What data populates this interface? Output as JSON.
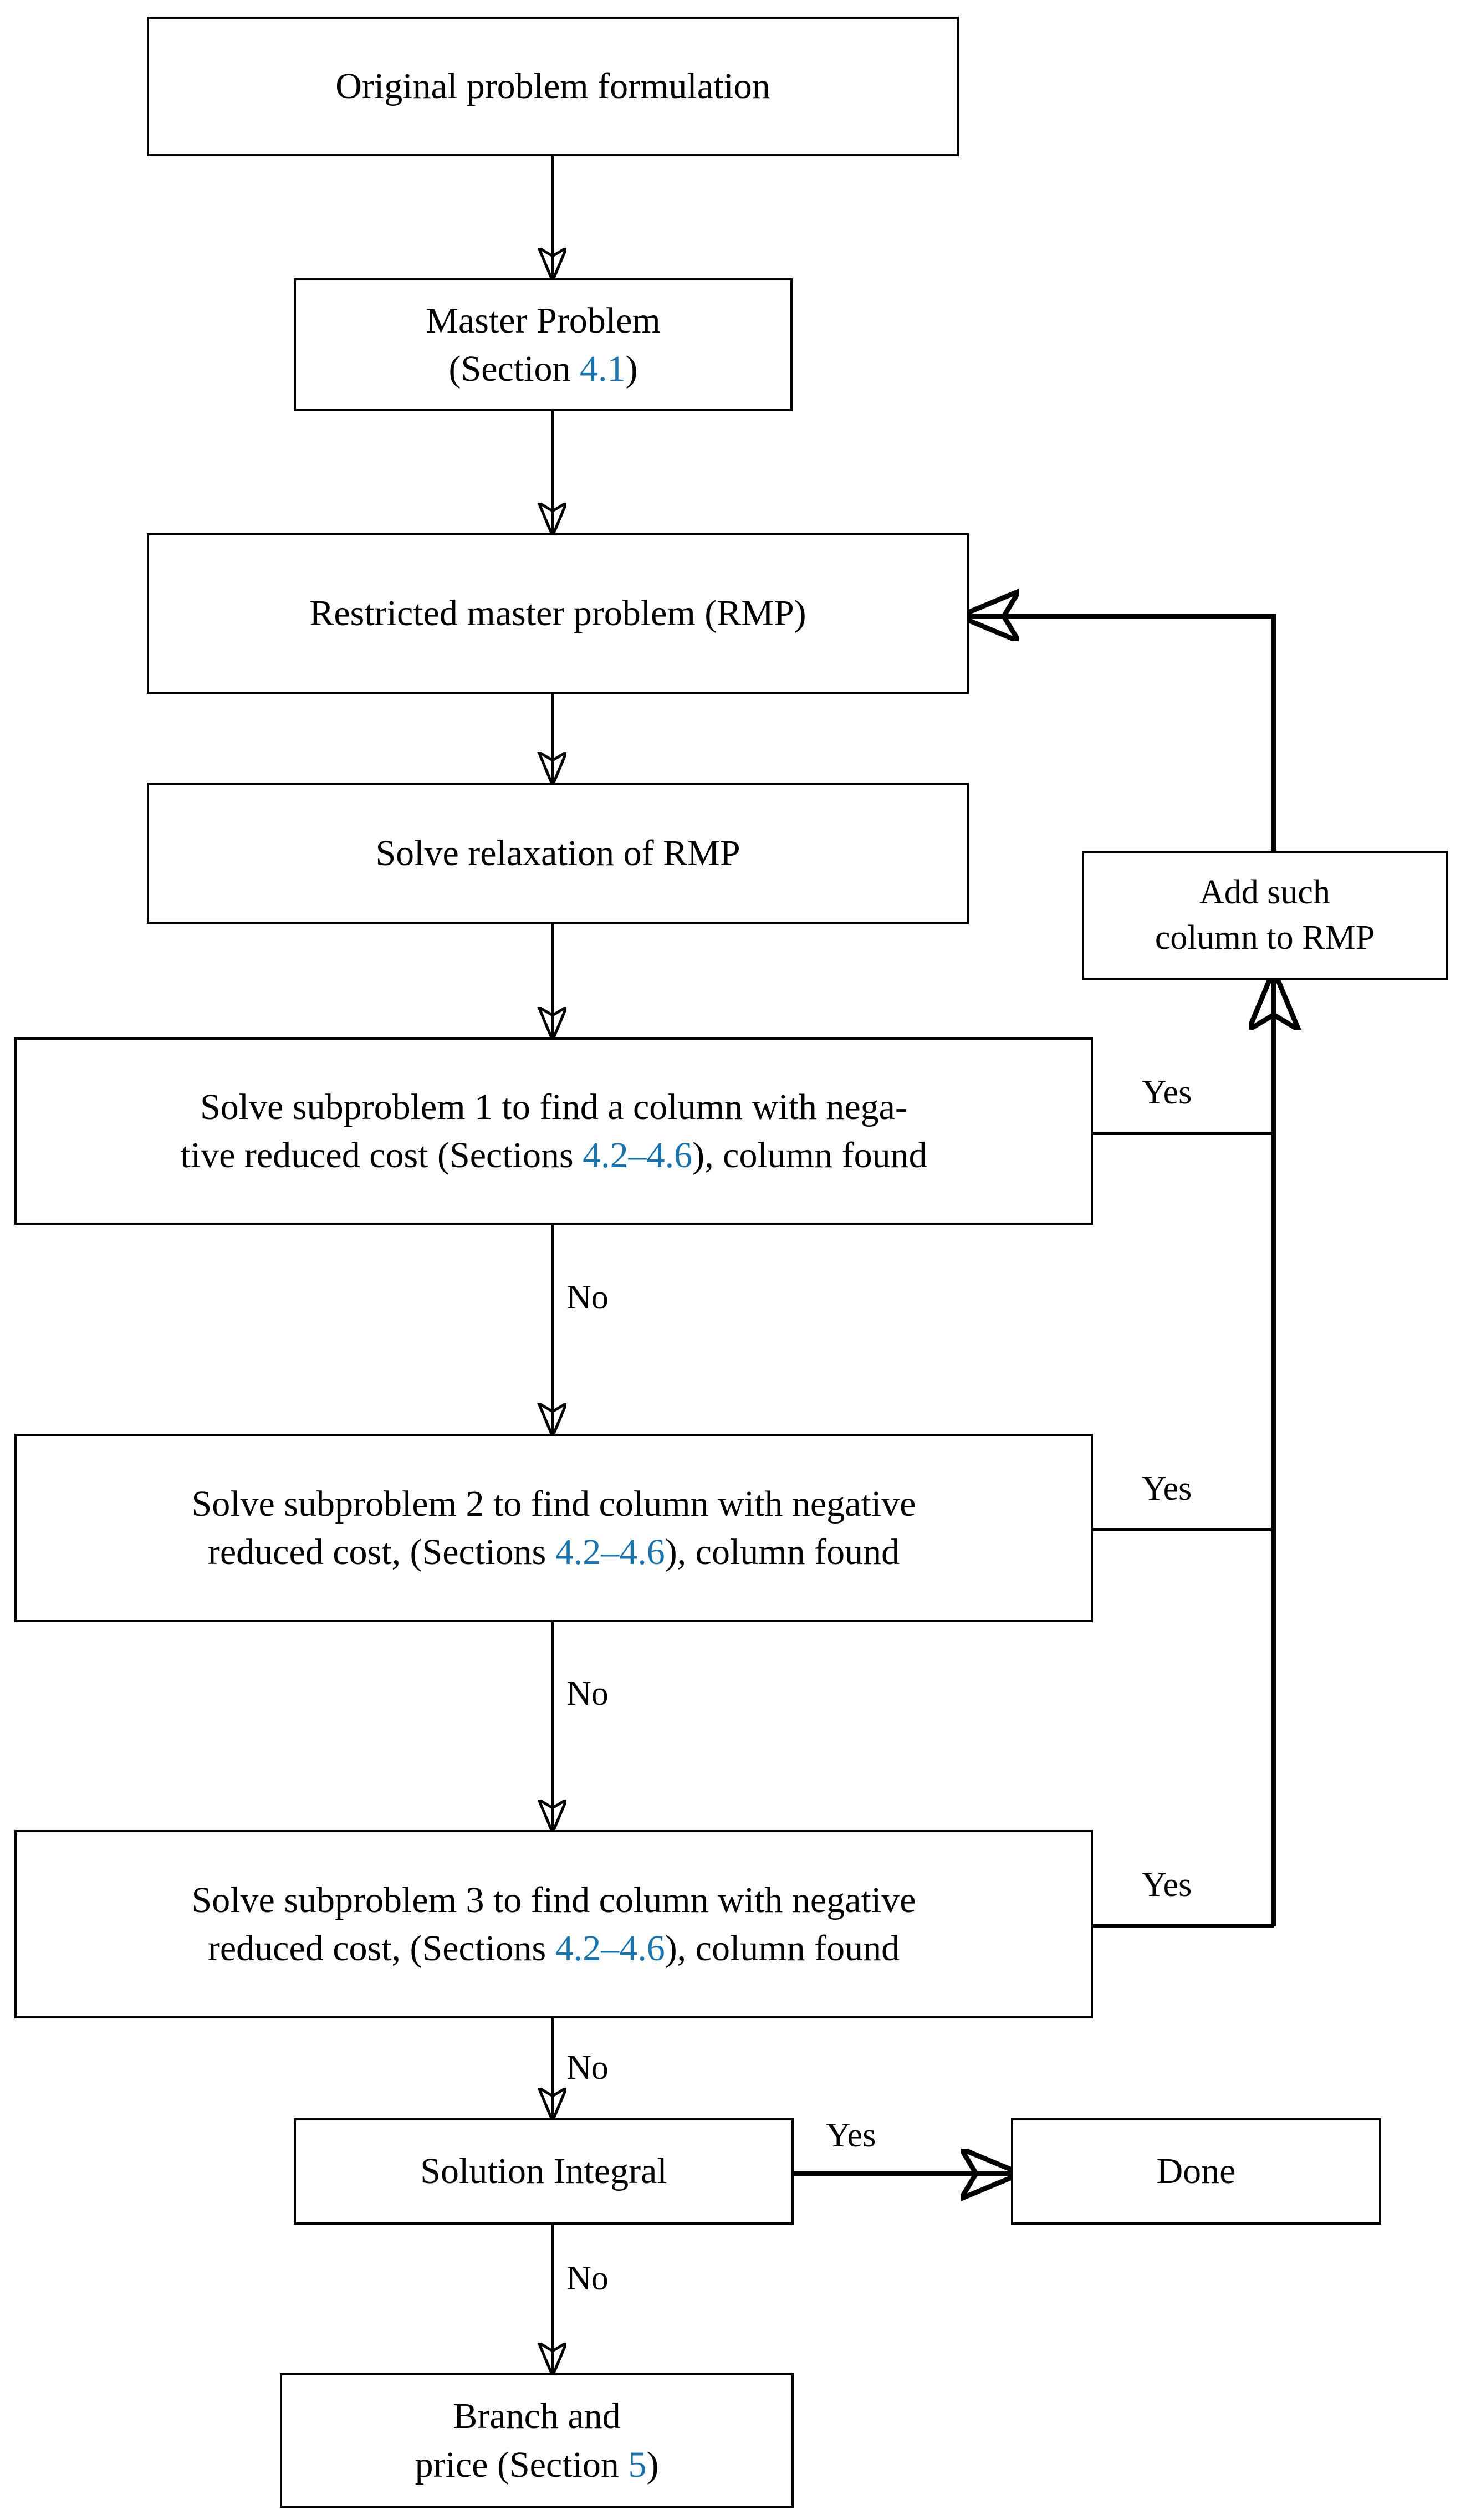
{
  "diagram": {
    "title": "Column generation solution framework flowchart",
    "accent_color": "#1a73ad",
    "line_color": "#000000",
    "background_color": "#ffffff"
  },
  "nodes": {
    "original_problem": {
      "label": "Original problem formulation"
    },
    "master_problem": {
      "line1": "Master Problem",
      "line2_prefix": "(Section ",
      "line2_link": "4.1",
      "line2_suffix": ")"
    },
    "rmp": {
      "label": "Restricted master problem (RMP)"
    },
    "solve_relaxation": {
      "label": "Solve relaxation of RMP"
    },
    "add_column": {
      "line1": "Add such",
      "line2": "column to RMP"
    },
    "subproblem_1": {
      "line1": "Solve subproblem 1 to find a column with nega-",
      "line2_prefix": "tive reduced cost (Sections ",
      "line2_link": "4.2–4.6",
      "line2_suffix": "), column found"
    },
    "subproblem_2": {
      "line1": "Solve subproblem 2 to find column with negative",
      "line2_prefix": "reduced cost, (Sections ",
      "line2_link": "4.2–4.6",
      "line2_suffix": "), column found"
    },
    "subproblem_3": {
      "line1": "Solve subproblem 3 to find column with negative",
      "line2_prefix": "reduced cost, (Sections ",
      "line2_link": "4.2–4.6",
      "line2_suffix": "), column found"
    },
    "solution_integral": {
      "label": "Solution Integral"
    },
    "done": {
      "label": "Done"
    },
    "branch_and_price": {
      "line1": "Branch and",
      "line2_prefix": "price (Section ",
      "line2_link": "5",
      "line2_suffix": ")"
    }
  },
  "edge_labels": {
    "sub1_yes": "Yes",
    "sub1_no": "No",
    "sub2_yes": "Yes",
    "sub2_no": "No",
    "sub3_yes": "Yes",
    "sub3_no": "No",
    "integral_yes": "Yes",
    "integral_no": "No"
  }
}
